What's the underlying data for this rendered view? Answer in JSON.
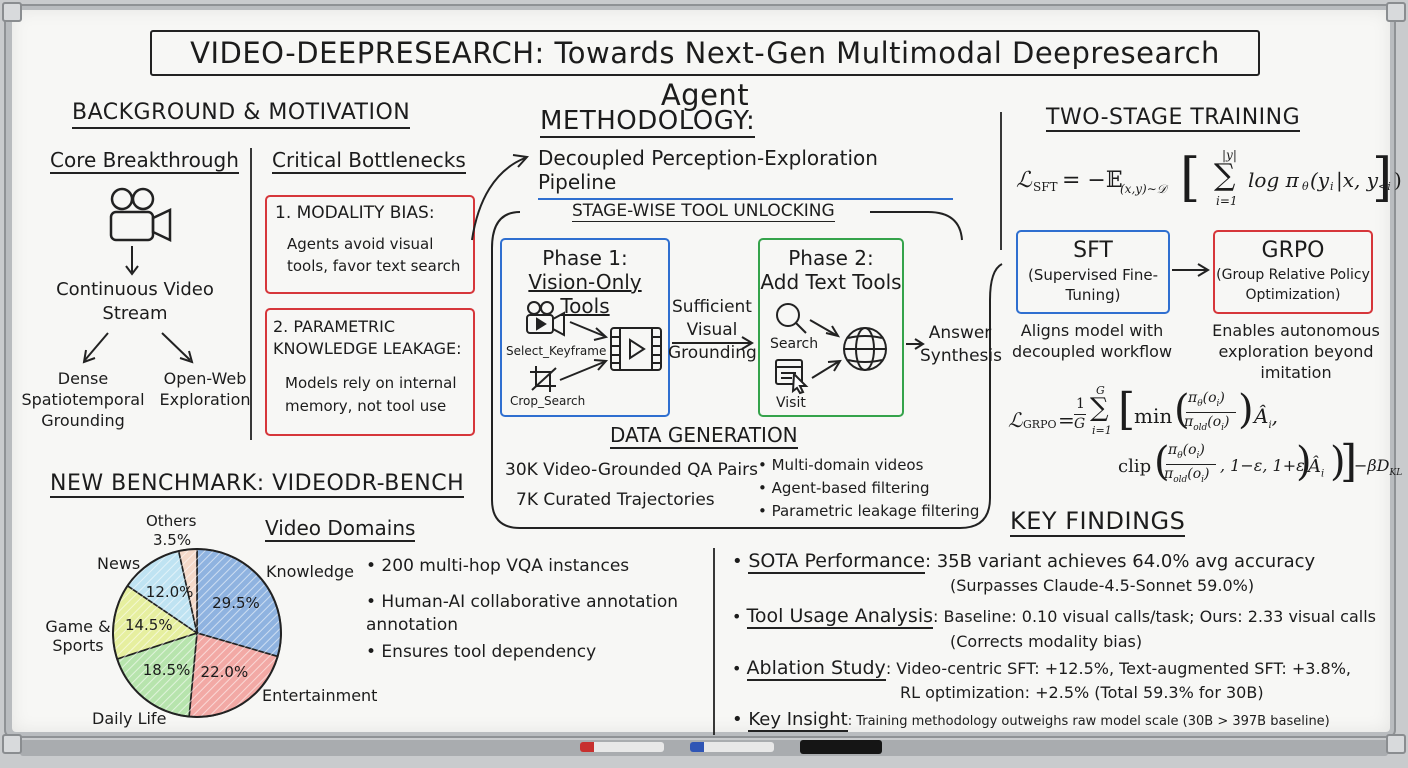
{
  "title": "VIDEO-DEEPRESEARCH: Towards Next-Gen Multimodal Deepresearch Agent",
  "background": {
    "heading": "BACKGROUND & MOTIVATION",
    "core_heading": "Core Breakthrough",
    "core_node": "Continuous Video Stream",
    "core_left": "Dense Spatiotemporal Grounding",
    "core_right": "Open-Web Exploration",
    "bottleneck_heading": "Critical Bottlenecks",
    "b1_title": "1. MODALITY BIAS:",
    "b1_text": "Agents avoid visual tools, favor text search",
    "b2_title": "2. PARAMETRIC KNOWLEDGE LEAKAGE:",
    "b2_text": "Models rely on internal memory, not tool use"
  },
  "methodology": {
    "heading": "METHODOLOGY:",
    "pipeline": "Decoupled Perception-Exploration Pipeline",
    "stage_heading": "STAGE-WISE TOOL UNLOCKING",
    "phase1_title": "Phase 1:",
    "phase1_sub": "Vision-Only Tools",
    "tool_keyframe": "Select_Keyframe",
    "tool_crop": "Crop_Search",
    "transition": "Sufficient Visual Grounding",
    "phase2_title": "Phase 2:",
    "phase2_sub": "Add Text Tools",
    "tool_search": "Search",
    "tool_visit": "Visit",
    "answer": "Answer Synthesis",
    "data_heading": "DATA GENERATION",
    "data_qa": "30K Video-Grounded QA Pairs",
    "data_traj": "7K Curated Trajectories",
    "data_bullets": [
      "• Multi-domain videos",
      "• Agent-based filtering",
      "• Parametric leakage filtering"
    ]
  },
  "training": {
    "heading": "TWO-STAGE TRAINING",
    "sft_title": "SFT",
    "sft_sub": "(Supervised Fine-Tuning)",
    "grpo_title": "GRPO",
    "grpo_sub": "(Group Relative Policy Optimization)",
    "sft_desc": "Aligns model with decoupled workflow",
    "grpo_desc": "Enables autonomous exploration beyond imitation"
  },
  "benchmark": {
    "heading": "NEW BENCHMARK: VIDEODR-BENCH",
    "domains_heading": "Video Domains",
    "bullets": [
      "• 200 multi-hop VQA instances",
      "• Human-AI collaborative annotation annotation",
      "• Ensures tool dependency"
    ]
  },
  "chart_data": {
    "type": "pie",
    "categories": [
      "Knowledge",
      "Entertainment",
      "Daily Life",
      "Game & Sports",
      "News",
      "Others"
    ],
    "values": [
      29.5,
      22.0,
      18.5,
      14.5,
      12.0,
      3.5
    ],
    "labels": [
      "29.5%",
      "22.0%",
      "18.5%",
      "14.5%",
      "12.0%",
      "3.5%"
    ],
    "colors": [
      "#8fb3e0",
      "#f2a9a5",
      "#b7e4ad",
      "#e6ef9f",
      "#bfe3f2",
      "#f4d9c9"
    ]
  },
  "findings": {
    "heading": "KEY FINDINGS",
    "f1_key": "SOTA Performance",
    "f1_text": ": 35B variant achieves 64.0% avg accuracy",
    "f1_sub": "(Surpasses Claude-4.5-Sonnet 59.0%)",
    "f2_key": "Tool Usage Analysis",
    "f2_text": ": Baseline: 0.10 visual calls/task; Ours: 2.33 visual calls",
    "f2_sub": "(Corrects modality bias)",
    "f3_key": "Ablation Study",
    "f3_text": ": Video-centric SFT: +12.5%, Text-augmented SFT: +3.8%,",
    "f3_sub": "RL optimization: +2.5% (Total 59.3% for 30B)",
    "f4_key": "Key Insight",
    "f4_text": ": Training methodology outweighs raw model scale (30B > 397B baseline)"
  },
  "colors": {
    "red": "#d6363a",
    "blue": "#2f6fd0",
    "green": "#35a34b"
  }
}
